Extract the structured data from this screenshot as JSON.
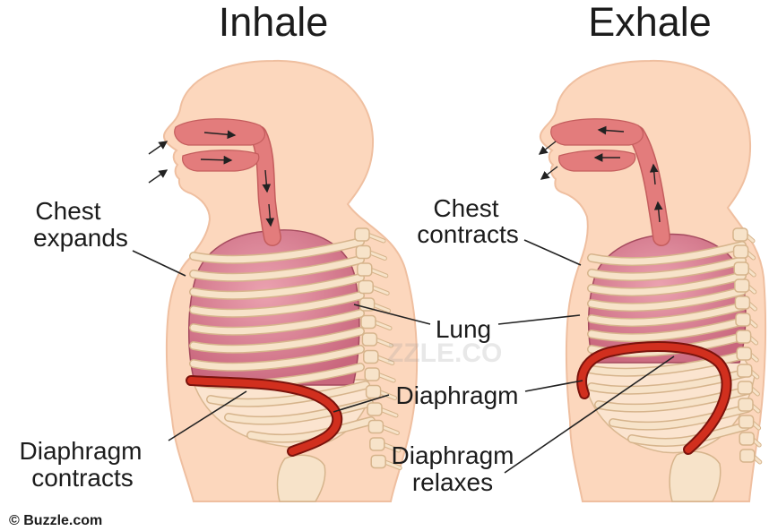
{
  "titles": {
    "inhale": "Inhale",
    "exhale": "Exhale"
  },
  "labels": {
    "chest_expands": [
      "Chest",
      "expands"
    ],
    "chest_contracts": [
      "Chest",
      "contracts"
    ],
    "lung": "Lung",
    "diaphragm": "Diaphragm",
    "diaphragm_contracts": [
      "Diaphragm",
      "contracts"
    ],
    "diaphragm_relaxes": [
      "Diaphragm",
      "relaxes"
    ]
  },
  "credit": "© Buzzle.com",
  "watermark": "ZZLE.CO",
  "colors": {
    "skin": "#fcd7bd",
    "skin_outline": "#efbfa0",
    "lung": "#c9677d",
    "lung_light": "#eba2b0",
    "rib": "#f7e3c9",
    "rib_outline": "#d6b48c",
    "diaphragm": "#d12f1e",
    "diaphragm_outline": "#7a130c",
    "airway": "#e37c7c",
    "text": "#1c1c1c",
    "background": "#ffffff"
  }
}
